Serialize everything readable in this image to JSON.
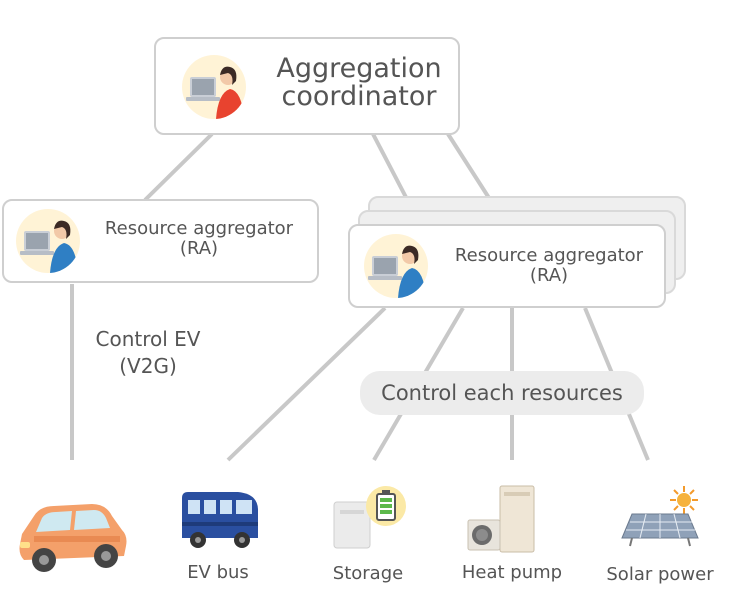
{
  "coordinator": {
    "title_line1": "Aggregation",
    "title_line2": "coordinator"
  },
  "ra_left": {
    "line1": "Resource aggregator",
    "line2": "(RA)"
  },
  "ra_right": {
    "line1": "Resource aggregator",
    "line2": "(RA)"
  },
  "edge_labels": {
    "control_ev_line1": "Control EV",
    "control_ev_line2": "(V2G)",
    "control_resources": "Control each resources"
  },
  "resources": {
    "ev_bus": "EV bus",
    "storage": "Storage",
    "heat_pump": "Heat pump",
    "solar_power": "Solar power"
  },
  "icons": {
    "car": "car-icon",
    "bus": "bus-icon",
    "storage": "battery-storage-icon",
    "heat_pump": "heat-pump-icon",
    "solar": "solar-panel-icon",
    "operator": "operator-laptop-icon"
  },
  "colors": {
    "line": "#c8c8c8",
    "car": "#f4a06a",
    "bus": "#2a4fa0",
    "operator_shirt_coord": "#e8432f",
    "operator_shirt_ra": "#2f7fc4",
    "sun": "#f39a2b"
  }
}
